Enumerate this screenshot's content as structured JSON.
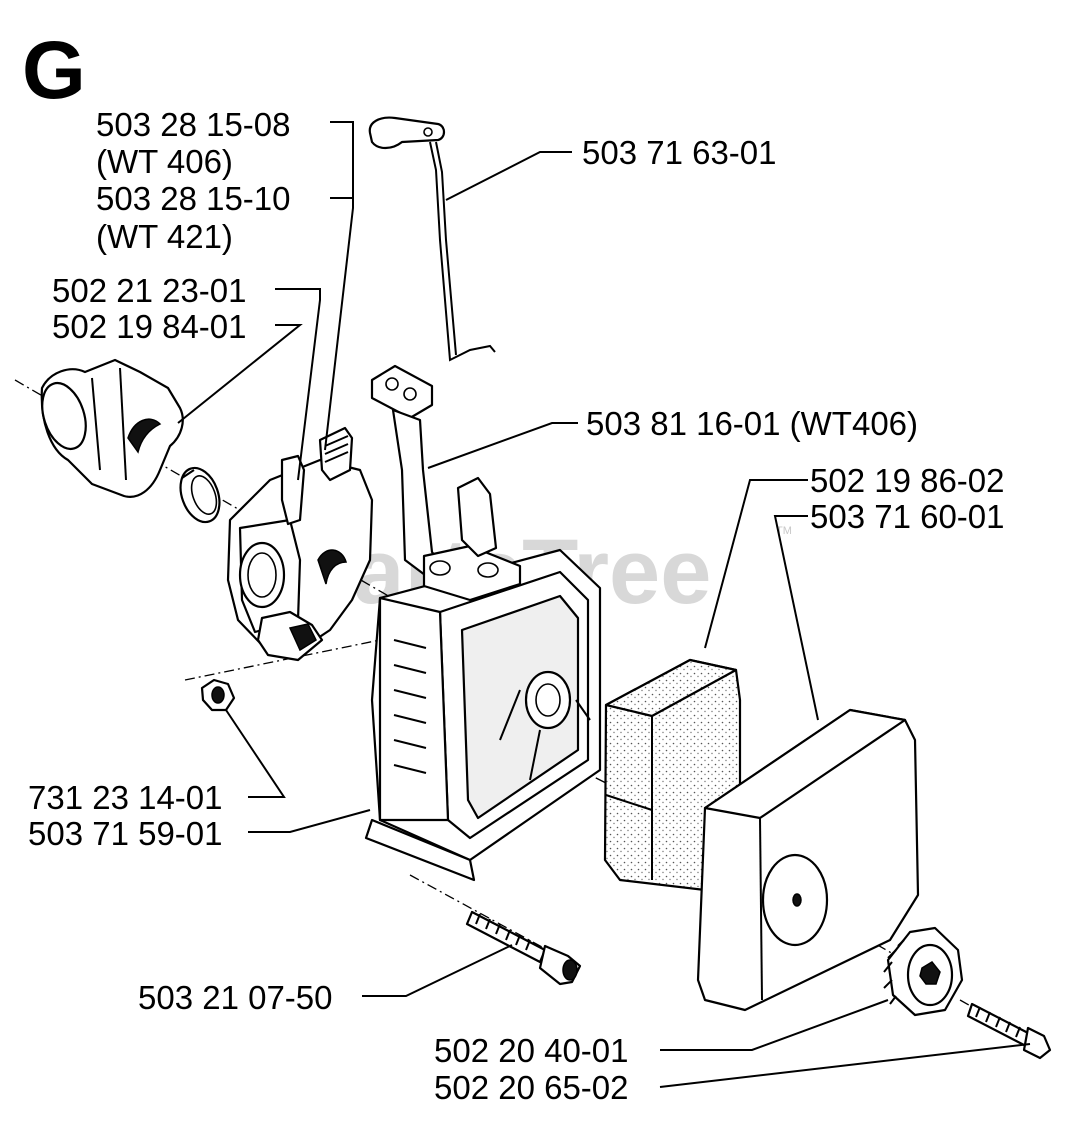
{
  "section_letter": "G",
  "watermark": "PartsTree",
  "watermark_tm": "TM",
  "labels": {
    "carb_wt406_part": "503 28 15-08",
    "carb_wt406_model": "(WT 406)",
    "carb_wt421_part": "503 28 15-10",
    "carb_wt421_model": "(WT 421)",
    "intake_pipe": "502 21 23-01",
    "intake_ring": "502 19 84-01",
    "choke_rod": "503 71 63-01",
    "throttle_lever": "503 81 16-01 (WT406)",
    "filter_foam": "502 19 86-02",
    "filter_cover": "503 71 60-01",
    "nut": "731 23 14-01",
    "filter_housing": "503 71 59-01",
    "housing_screw": "503 21 07-50",
    "cover_knob": "502 20 40-01",
    "knob_screw": "502 20 65-02"
  }
}
